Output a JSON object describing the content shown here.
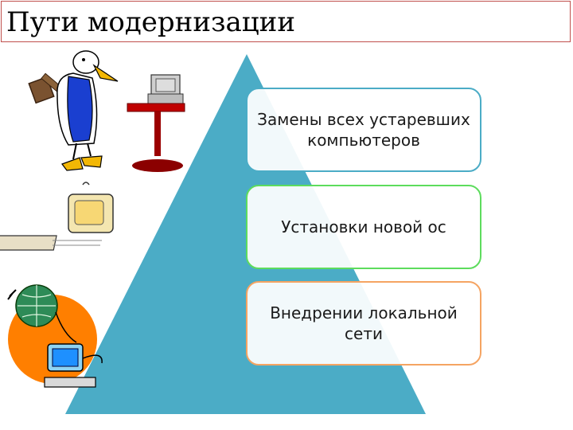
{
  "slide": {
    "title": "Пути модернизации"
  },
  "pyramid": {
    "color": "#4bacc6",
    "levels": [
      {
        "label": "Замены всех устаревших компьютеров",
        "border": "#4bacc6"
      },
      {
        "label": "Установки новой  ос",
        "border": "#5ddc5d"
      },
      {
        "label": "Внедрении локальной сети",
        "border": "#f5a462"
      }
    ]
  },
  "clipart": {
    "items": [
      "duck-with-hammer-icon",
      "computer-on-table-icon",
      "cartoon-computer-icon",
      "globe-network-computer-icon"
    ],
    "accent": "#ff7f00"
  }
}
